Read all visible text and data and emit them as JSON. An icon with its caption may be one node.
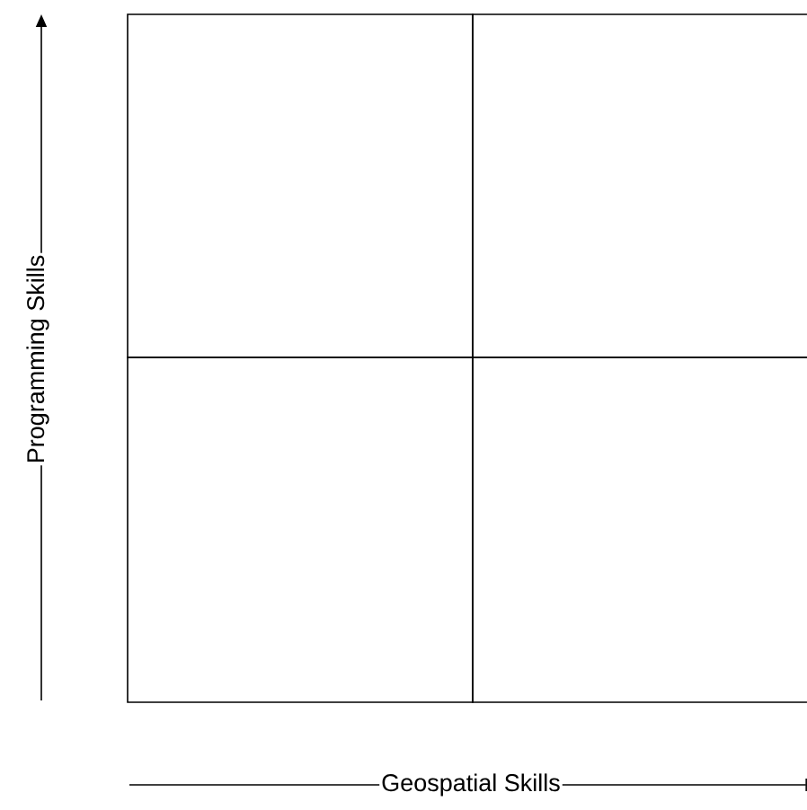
{
  "diagram": {
    "nodes": [
      {
        "text": [],
        "shape": "box"
      },
      {
        "text": [],
        "shape": "box"
      },
      {
        "text": [],
        "shape": "box"
      },
      {
        "text": [],
        "shape": "box"
      }
    ],
    "labels": [
      "Programming Skills",
      "Geospatial Skills"
    ]
  }
}
